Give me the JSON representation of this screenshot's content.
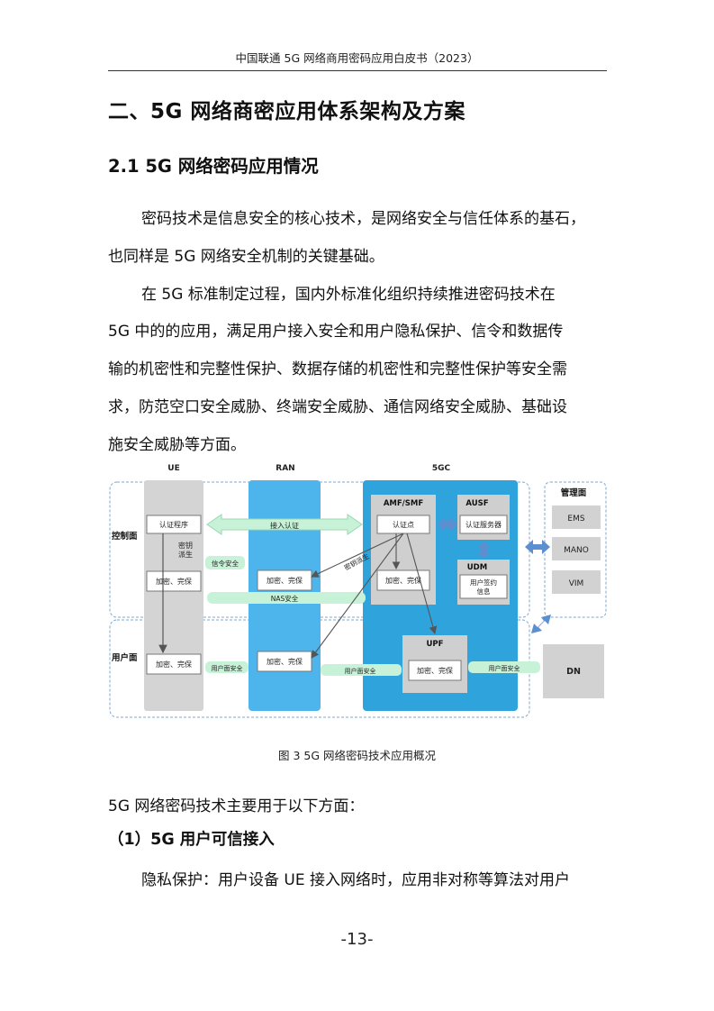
{
  "header": {
    "title": "中国联通 5G 网络商用密码应用白皮书（2023）"
  },
  "section": {
    "title": "二、5G 网络商密应用体系架构及方案"
  },
  "subsection": {
    "title": "2.1 5G 网络密码应用情况"
  },
  "paragraphs": {
    "p1_line1": "密码技术是信息安全的核心技术，是网络安全与信任体系的基石，",
    "p1_line2": "也同样是 5G 网络安全机制的关键基础。",
    "p2_line1": "在 5G 标准制定过程，国内外标准化组织持续推进密码技术在",
    "p2_line2": "5G 中的的应用，满足用户接入安全和用户隐私保护、信令和数据传",
    "p2_line3": "输的机密性和完整性保护、数据存储的机密性和完整性保护等安全需",
    "p2_line4": "求，防范空口安全威胁、终端安全威胁、通信网络安全威胁、基础设",
    "p2_line5": "施安全威胁等方面。"
  },
  "figure": {
    "caption": "图 3 5G 网络密码技术应用概况",
    "columns": {
      "ue": "UE",
      "ran": "RAN",
      "fivegc": "5GC",
      "mgmt": "管理面"
    },
    "planes": {
      "control": "控制面",
      "user": "用户面"
    },
    "ue": {
      "auth_program": "认证程序",
      "key_derive_1": "密钥",
      "key_derive_2": "派生",
      "enc_integ_cp": "加密、完保",
      "enc_integ_up": "加密、完保"
    },
    "ran": {
      "access_auth": "接入认证",
      "signaling_security": "信令安全",
      "enc_integ_cp": "加密、完保",
      "nas_security": "NAS安全",
      "enc_integ_up": "加密、完保",
      "up_security_left": "用户面安全"
    },
    "core": {
      "amf_smf": "AMF/SMF",
      "auth_point": "认证点",
      "enc_integ": "加密、完保",
      "key_derive": "密钥派生",
      "ausf": "AUSF",
      "auth_server": "认证服务器",
      "udm": "UDM",
      "user_sub_1": "用户签约",
      "user_sub_2": "信息",
      "upf": "UPF",
      "upf_enc": "加密、完保",
      "up_security_mid": "用户面安全",
      "up_security_right": "用户面安全"
    },
    "mgmt": {
      "ems": "EMS",
      "mano": "MANO",
      "vim": "VIM"
    },
    "dn": "DN",
    "colors": {
      "ran_blue": "#4db4ec",
      "core_blue": "#2ea3dc",
      "green": "#c8f2d8",
      "gray": "#cfcfcf",
      "dash": "#7fa7cf"
    }
  },
  "after": {
    "intro": "5G 网络密码技术主要用于以下方面：",
    "item_title": "（1）5G 用户可信接入",
    "item_text": "隐私保护：用户设备 UE 接入网络时，应用非对称等算法对用户"
  },
  "footer": {
    "page": "-13-"
  }
}
